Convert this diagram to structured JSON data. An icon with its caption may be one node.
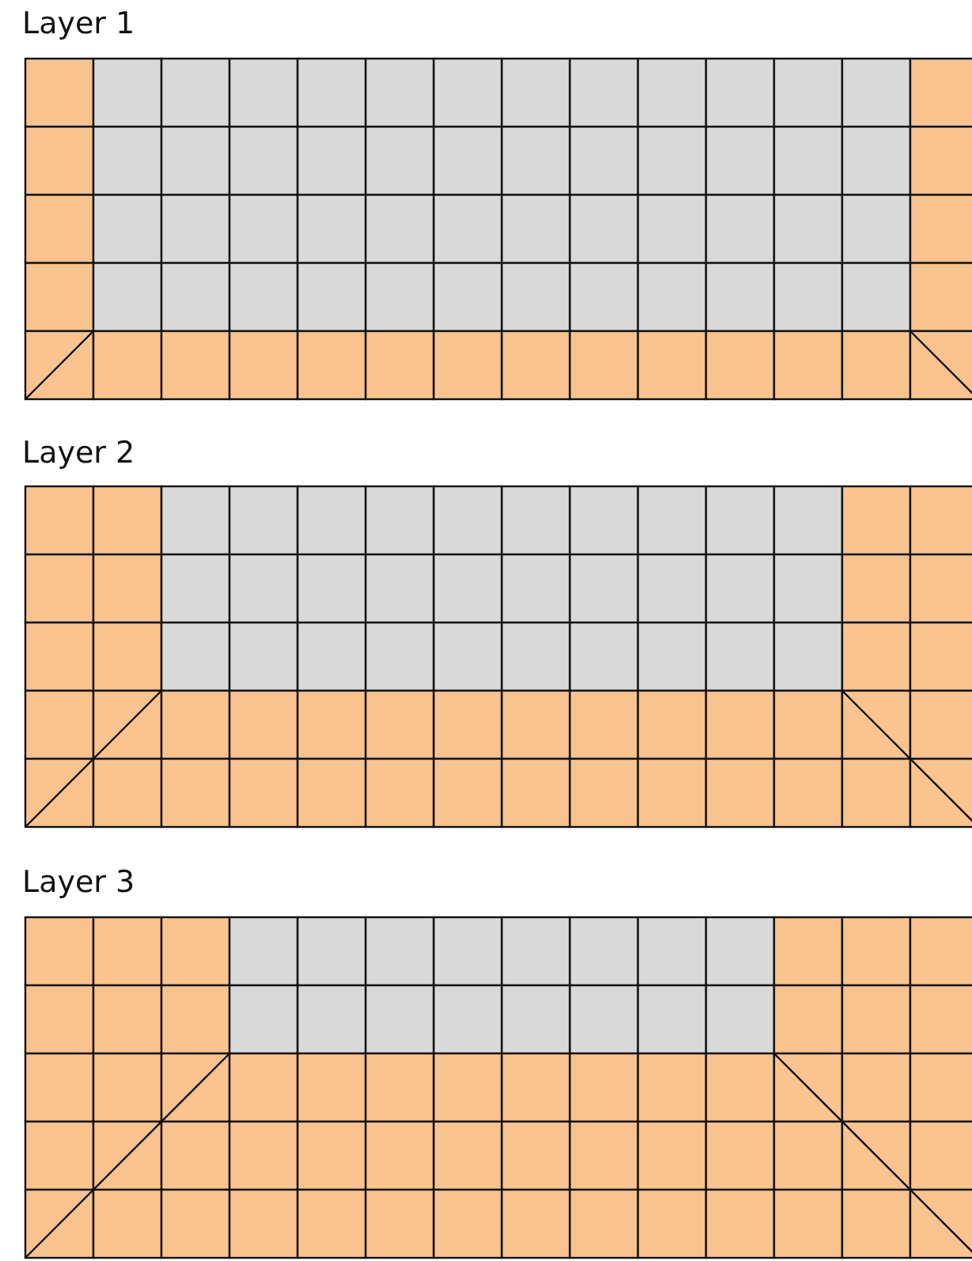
{
  "diagram": {
    "labels": [
      "Layer 1",
      "Layer 2",
      "Layer 3"
    ]
  }
}
